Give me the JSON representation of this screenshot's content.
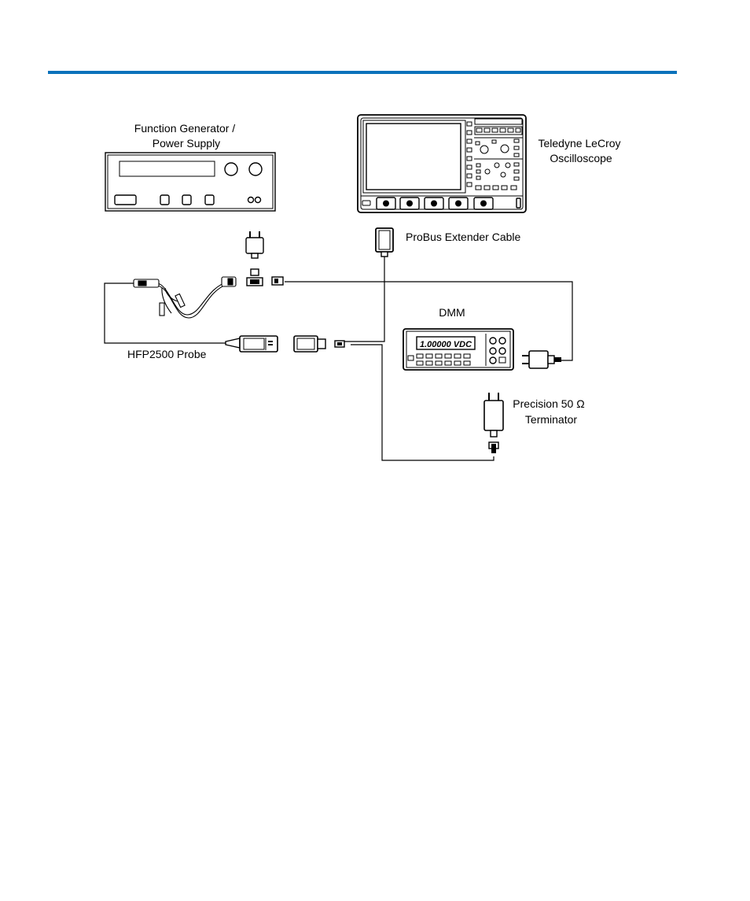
{
  "page": {
    "accent_color": "#0a72bb"
  },
  "diagram": {
    "labels": {
      "function_generator_line1": "Function Generator /",
      "function_generator_line2": "Power Supply",
      "oscilloscope_line1": "Teledyne LeCroy",
      "oscilloscope_line2": "Oscilloscope",
      "extender_cable": "ProBus Extender Cable",
      "dmm": "DMM",
      "dmm_display": "1.00000 VDC",
      "probe": "HFP2500 Probe",
      "terminator_line1": "Precision 50 Ω",
      "terminator_line2": "Terminator"
    }
  }
}
